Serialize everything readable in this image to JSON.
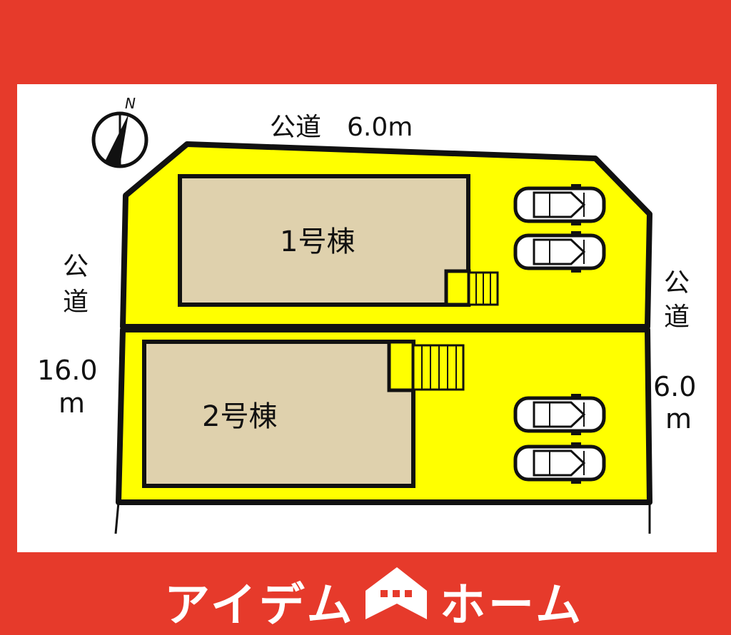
{
  "compass": {
    "north_label": "N"
  },
  "roads": {
    "top": "公道　6.0m",
    "left_name": [
      "公",
      "道"
    ],
    "left_width": [
      "16.0",
      "m"
    ],
    "right_name": [
      "公",
      "道"
    ],
    "right_width": [
      "6.0",
      "m"
    ]
  },
  "lots": [
    {
      "label": "1号棟",
      "parking_spaces": 2
    },
    {
      "label": "2号棟",
      "parking_spaces": 2
    }
  ],
  "brand": {
    "left": "アイデム",
    "right": "ホーム"
  },
  "colors": {
    "frame": "#e63a2b",
    "lot": "#ffff00",
    "building": "#dfd1ad",
    "outline": "#111111"
  }
}
